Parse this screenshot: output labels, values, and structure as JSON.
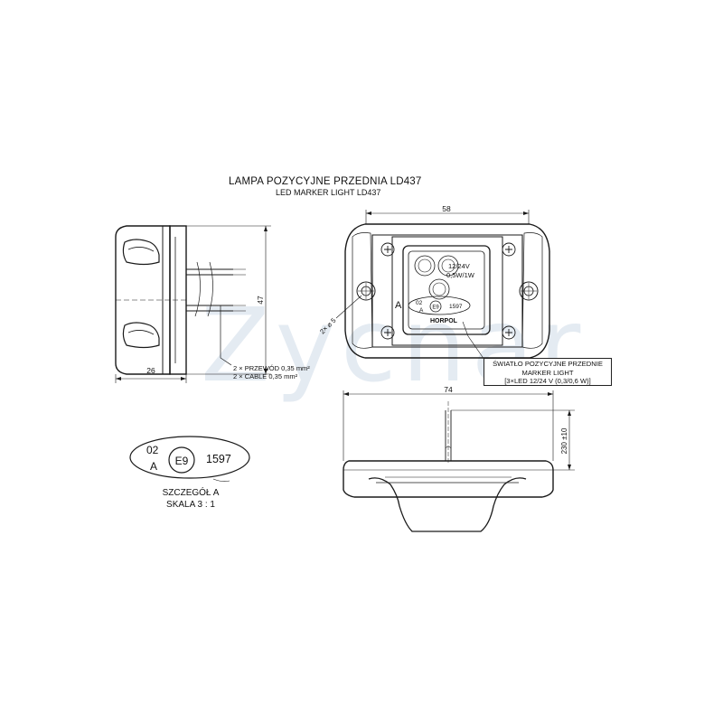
{
  "title": {
    "main": "LAMPA POZYCYJNE PRZEDNIA LD437",
    "sub": "LED MARKER LIGHT LD437"
  },
  "watermark": "Zycnar",
  "side_view": {
    "dim_depth": "26",
    "dim_height": "47",
    "cable_pl": "2 × PRZEWÓD 0,35 mm²",
    "cable_en": "2 × CABLE 0,35 mm²"
  },
  "front_view": {
    "dim_width": "58",
    "hole_dim": "2× ⌀ 5",
    "section_marker": "A",
    "lens_label_voltage": "12/24V",
    "lens_label_power": "0,5W/1W",
    "approval_num1": "02",
    "approval_num2": "A",
    "approval_e": "E9",
    "approval_code": "1597",
    "brand": "HORPOL"
  },
  "note_box": {
    "line1": "ŚWIATŁO POZYCYJNE PRZEDNIE",
    "line2": "MARKER LIGHT",
    "line3": "[3×LED 12/24 V (0,3/0,6 W)]"
  },
  "bottom_view": {
    "dim_width": "74",
    "dim_cable": "230 ±10"
  },
  "detail": {
    "num1": "02",
    "num2": "A",
    "e_mark": "E9",
    "code": "1597",
    "caption1": "SZCZEGÓŁ A",
    "caption2": "SKALA 3 : 1"
  },
  "colors": {
    "line": "#1a1a1a",
    "watermark": "#cfdbe8",
    "dim": "#333333"
  }
}
